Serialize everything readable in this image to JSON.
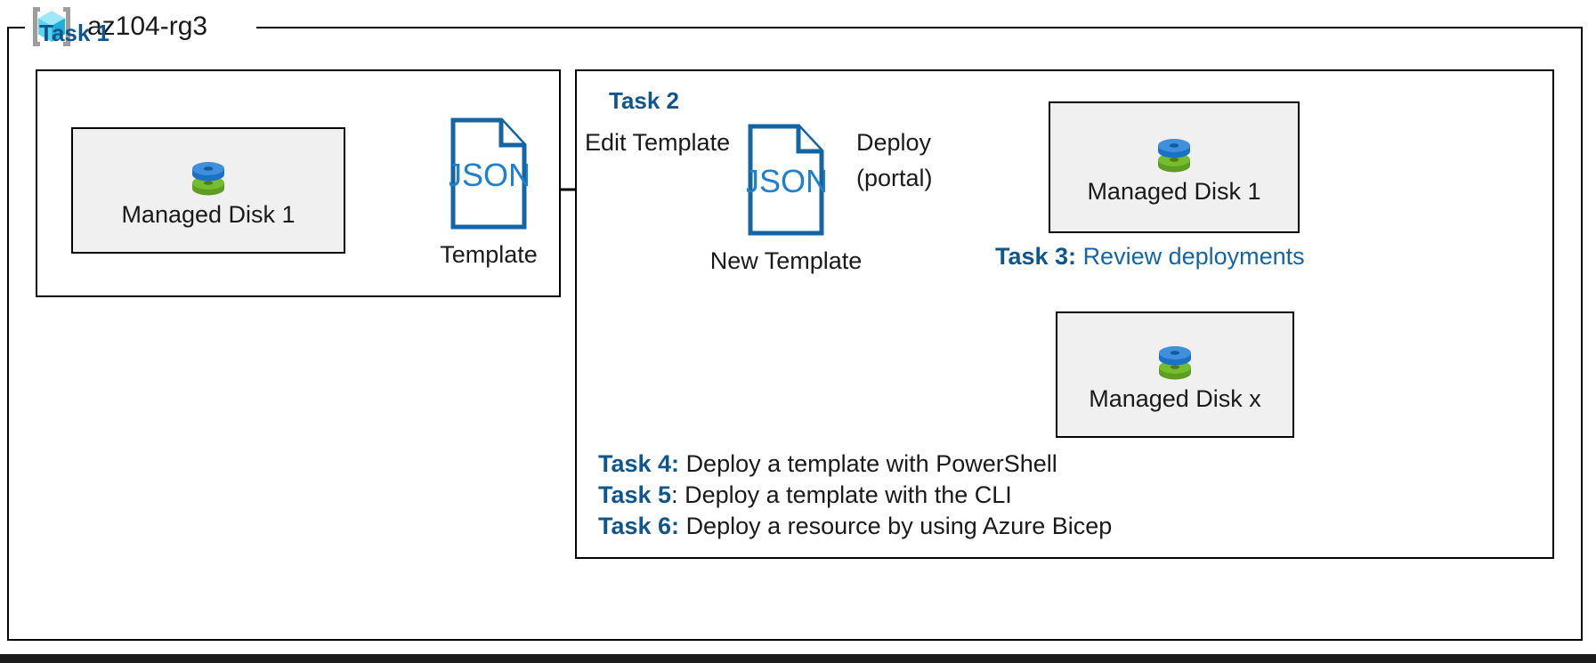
{
  "diagram": {
    "resource_group": {
      "name": "az104-rg3",
      "icon": "resource-group-cube-icon"
    },
    "task1": {
      "heading": "Task 1",
      "resource": {
        "label": "Managed Disk 1",
        "icon": "managed-disk-icon"
      },
      "template": {
        "icon_text": "JSON",
        "caption": "Template"
      }
    },
    "task2": {
      "heading": "Task 2",
      "edge_edit_label": "Edit Template",
      "template": {
        "icon_text": "JSON",
        "caption": "New Template"
      },
      "edge_deploy_label_top": "Deploy",
      "edge_deploy_label_bottom": "(portal)",
      "resource_top": {
        "label": "Managed Disk 1",
        "icon": "managed-disk-icon"
      },
      "resource_bottom": {
        "label": "Managed Disk x",
        "icon": "managed-disk-icon"
      }
    },
    "notes": {
      "task3": {
        "lead": "Task 3:",
        "body": "Review deployments"
      },
      "task4": {
        "lead": "Task 4:",
        "body": "Deploy a template with PowerShell"
      },
      "task5": {
        "lead": "Task 5",
        "separator": ":",
        "body": "Deploy a template with the CLI"
      },
      "task6": {
        "lead": "Task 6:",
        "body": "Deploy a resource by using Azure Bicep"
      }
    },
    "colors": {
      "task_blue": "#11568a",
      "note_blue": "#1565a5",
      "json_blue": "#1565a5",
      "border_black": "#000000",
      "box_fill": "#f0f0f0",
      "disk_blue": "#3d8fdd",
      "disk_green": "#6eae2a",
      "cube_cyan": "#5ed7f5"
    }
  }
}
